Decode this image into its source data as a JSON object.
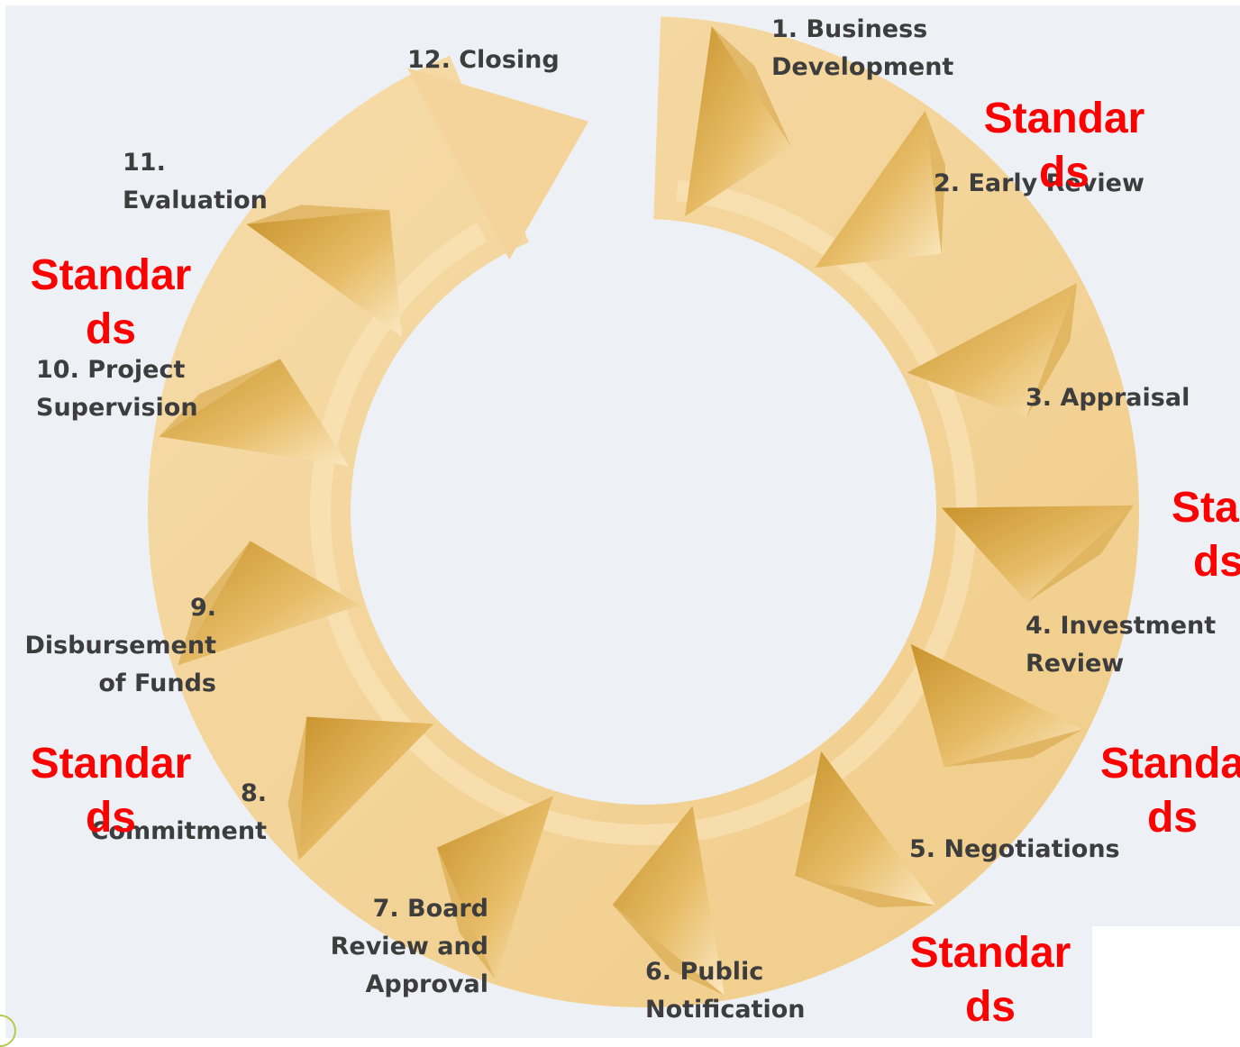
{
  "stages": [
    {
      "id": "1",
      "lines": [
        "1. Business",
        "Development"
      ]
    },
    {
      "id": "2",
      "lines": [
        "2. Early Review"
      ]
    },
    {
      "id": "3",
      "lines": [
        "3. Appraisal"
      ]
    },
    {
      "id": "4",
      "lines": [
        "4. Investment",
        "Review"
      ]
    },
    {
      "id": "5",
      "lines": [
        "5. Negotiations"
      ]
    },
    {
      "id": "6",
      "lines": [
        "6. Public",
        "Notification"
      ]
    },
    {
      "id": "7",
      "lines": [
        "7. Board",
        "Review and",
        "Approval"
      ]
    },
    {
      "id": "8",
      "lines": [
        "8.",
        "Commitment"
      ]
    },
    {
      "id": "9",
      "lines": [
        "9.",
        "Disbursement",
        "of Funds"
      ]
    },
    {
      "id": "10",
      "lines": [
        "10. Project",
        "Supervision"
      ]
    },
    {
      "id": "11",
      "lines": [
        "11.",
        "Evaluation"
      ]
    },
    {
      "id": "12",
      "lines": [
        "12. Closing"
      ]
    }
  ],
  "standards_labels": [
    {
      "lines": [
        "Standar",
        "ds"
      ]
    },
    {
      "lines": [
        "Standar",
        "ds"
      ]
    },
    {
      "lines": [
        "Stan",
        "ds"
      ]
    },
    {
      "lines": [
        "Standa",
        "ds"
      ]
    },
    {
      "lines": [
        "Standar",
        "ds"
      ]
    },
    {
      "lines": [
        "Standar",
        "ds"
      ]
    }
  ],
  "colors": {
    "ring_light": "#f4d49a",
    "ring_mid": "#e9bf6d",
    "ring_dark": "#d3a03c",
    "arrow_highlight": "#fbe8c0",
    "stage_text": "#3d3d3d",
    "standards_text": "#ff0000",
    "background": "#edf1f5"
  }
}
